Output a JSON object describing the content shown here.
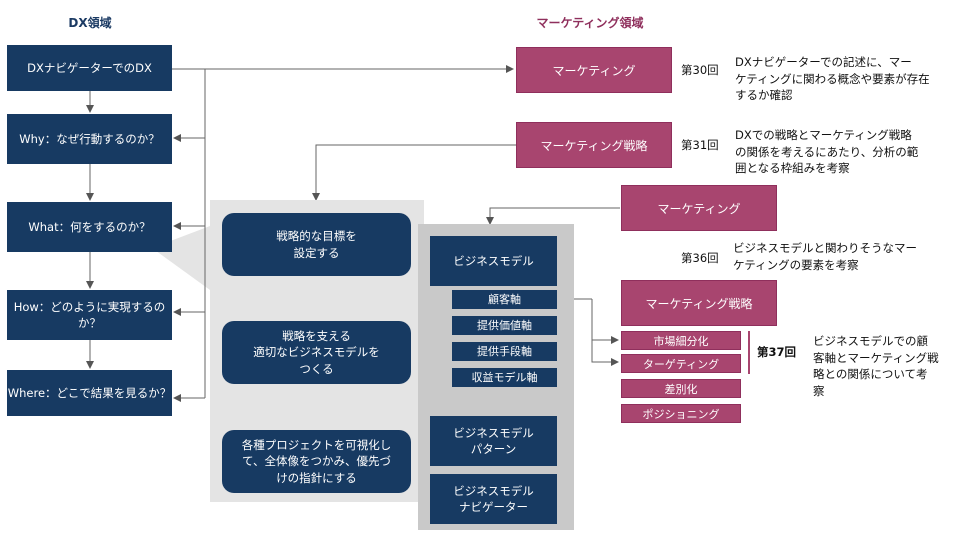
{
  "headers": {
    "dx": "DX領域",
    "marketing": "マーケティング領域"
  },
  "dx_flow": [
    "DXナビゲーターでのDX",
    "Why：なぜ行動するのか？",
    "What：何をするのか？",
    "How：どのように実現するのか？",
    "Where：どこで結果を見るか？"
  ],
  "strategy_boxes": [
    "戦略的な目標を\n設定する",
    "戦略を支える\n適切なビジネスモデルを\nつくる",
    "各種プロジェクトを可視化し\nて、全体像をつかみ、優先づ\nけの指針にする"
  ],
  "business_model": {
    "title": "ビジネスモデル",
    "axes": [
      "顧客軸",
      "提供価値軸",
      "提供手段軸",
      "収益モデル軸"
    ],
    "pattern": "ビジネスモデル\nパターン",
    "navigator": "ビジネスモデル\nナビゲーター"
  },
  "marketing": {
    "box1": "マーケティング",
    "box2": "マーケティング戦略",
    "box3": "マーケティング",
    "box4": "マーケティング戦略",
    "sub": [
      "市場細分化",
      "ターゲティング",
      "差別化",
      "ポジショニング"
    ]
  },
  "notes": [
    {
      "num": "第30回",
      "text": "DXナビゲーターでの記述に、マー\nケティングに関わる概念や要素が存在\nするか確認"
    },
    {
      "num": "第31回",
      "text": "DXでの戦略とマーケティング戦略\nの関係を考えるにあたり、分析の範\n囲となる枠組みを考察"
    },
    {
      "num": "第36回",
      "text": "ビジネスモデルと関わりそうなマー\nケティングの要素を考察"
    },
    {
      "num": "第37回",
      "text": "ビジネスモデルでの顧\n客軸とマーケティング戦\n略との関係について考\n察"
    }
  ]
}
